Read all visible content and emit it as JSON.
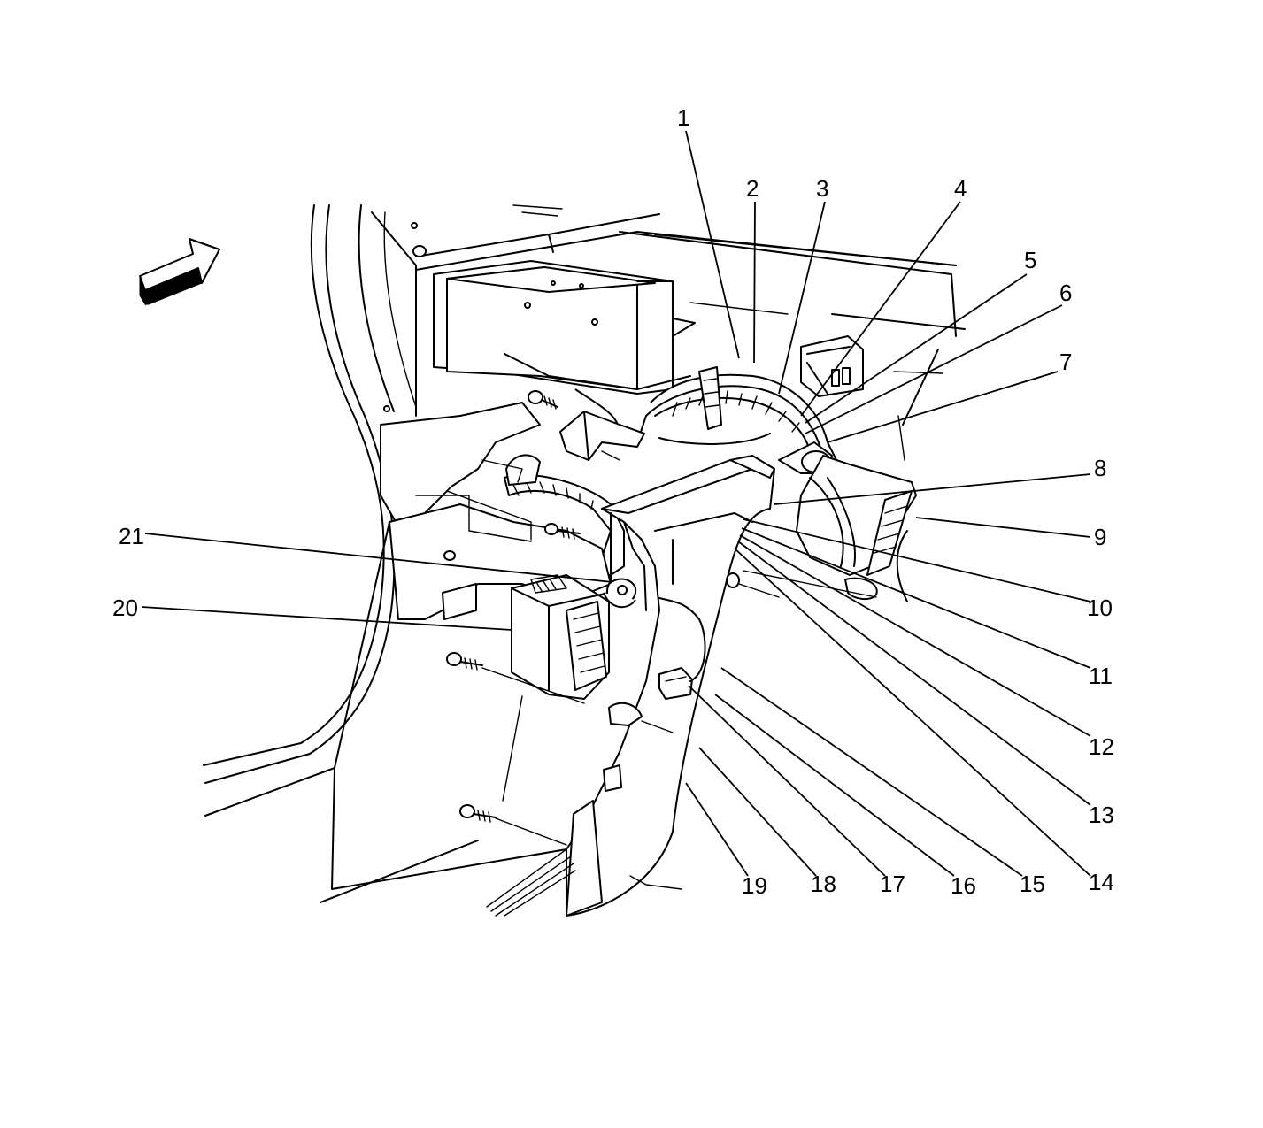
{
  "diagram": {
    "callouts": [
      {
        "label": "1"
      },
      {
        "label": "2"
      },
      {
        "label": "3"
      },
      {
        "label": "4"
      },
      {
        "label": "5"
      },
      {
        "label": "6"
      },
      {
        "label": "7"
      },
      {
        "label": "8"
      },
      {
        "label": "9"
      },
      {
        "label": "10"
      },
      {
        "label": "11"
      },
      {
        "label": "12"
      },
      {
        "label": "13"
      },
      {
        "label": "14"
      },
      {
        "label": "15"
      },
      {
        "label": "16"
      },
      {
        "label": "17"
      },
      {
        "label": "18"
      },
      {
        "label": "19"
      },
      {
        "label": "20"
      },
      {
        "label": "21"
      }
    ],
    "direction_arrow_icon": "forward-arrow-icon",
    "colors": {
      "line": "#000000",
      "background": "#ffffff"
    }
  }
}
